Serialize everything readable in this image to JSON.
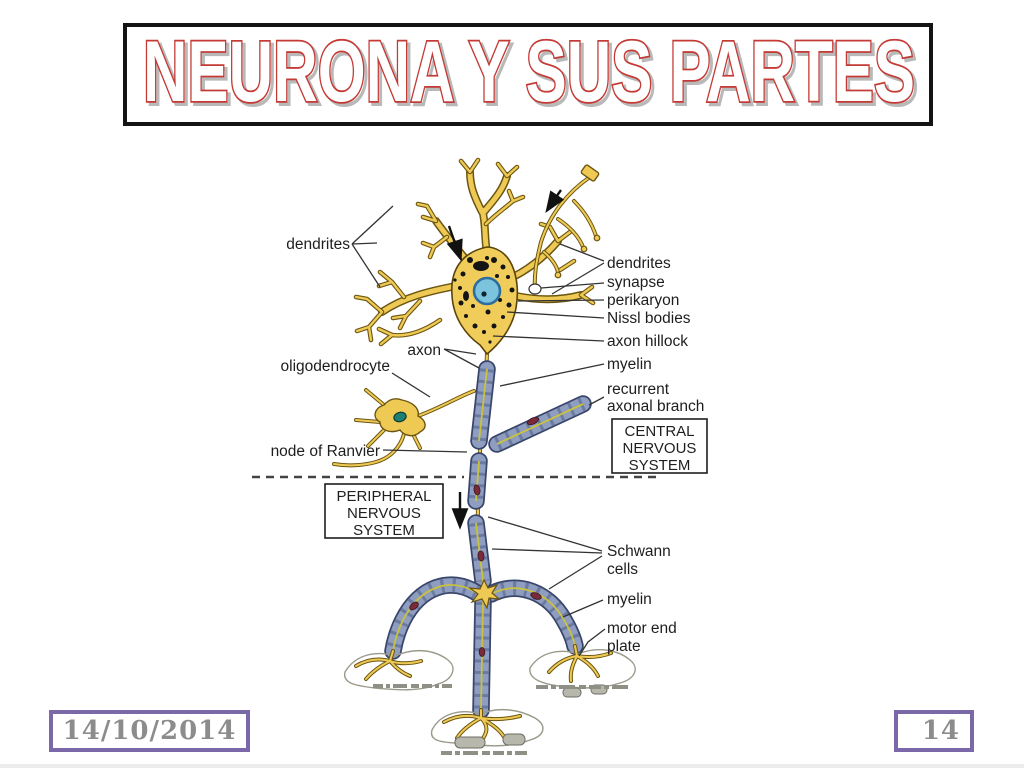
{
  "slide": {
    "title": "NEURONA Y SUS PARTES",
    "footer": {
      "date": "14/10/2014",
      "page_number": "14"
    },
    "colors": {
      "title_red": "#c43a35",
      "title_box_border": "#141414",
      "footer_border_purple": "#7b68a8",
      "footer_text_gray": "#8c8c8c",
      "neuron_yellow": "#eeca55",
      "myelin_blue": "#8e9dc0",
      "nucleus_blue": "#7cc3de"
    }
  },
  "diagram": {
    "left_labels": {
      "dendrites": "dendrites",
      "axon": "axon",
      "oligodendrocyte": "oligodendrocyte",
      "node_of_ranvier": "node of Ranvier"
    },
    "right_labels": {
      "dendrites": "dendrites",
      "synapse": "synapse",
      "perikaryon": "perikaryon",
      "nissl_bodies": "Nissl bodies",
      "axon_hillock": "axon hillock",
      "myelin": "myelin",
      "recurrent_line1": "recurrent",
      "recurrent_line2": "axonal branch",
      "schwann_line1": "Schwann",
      "schwann_line2": "cells",
      "myelin_lower": "myelin",
      "motor_end_line1": "motor end",
      "motor_end_line2": "plate"
    },
    "cns_box": {
      "line1": "CENTRAL",
      "line2": "NERVOUS",
      "line3": "SYSTEM"
    },
    "pns_box": {
      "line1": "PERIPHERAL",
      "line2": "NERVOUS",
      "line3": "SYSTEM"
    }
  }
}
